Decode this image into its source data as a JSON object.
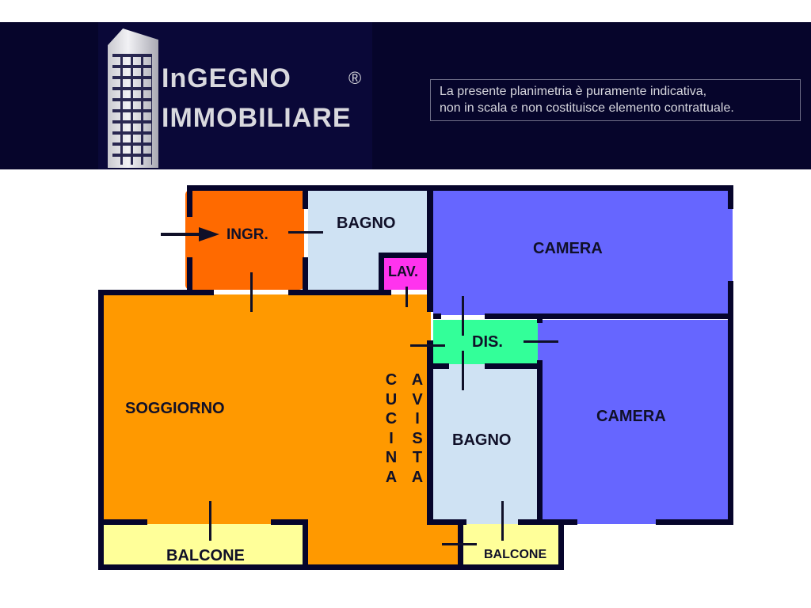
{
  "header": {
    "logo": {
      "line1": "InGEGNO",
      "line2": "IMMOBILIARE",
      "registered": "®",
      "icon": "building-tower-icon"
    },
    "disclaimer": {
      "line1": "La presente planimetria è puramente indicativa,",
      "line2": "non in scala e non costituisce elemento contrattuale."
    }
  },
  "floorplan": {
    "colors": {
      "wall": "#06052b",
      "ingresso": "#ff6a00",
      "soggiorno": "#ff9900",
      "bagno": "#cfe2f3",
      "lavanderia": "#ff33ee",
      "camera": "#6666ff",
      "disimpegno": "#33ff99",
      "balcone": "#ffff99"
    },
    "rooms": {
      "ingresso": "INGR.",
      "bagno1": "BAGNO",
      "lavanderia": "LAV.",
      "camera1": "CAMERA",
      "disimpegno": "DIS.",
      "soggiorno": "SOGGIORNO",
      "cucina": [
        "C",
        "U",
        "C",
        "I",
        "N",
        "A"
      ],
      "a_vista": [
        "A",
        " ",
        "V",
        "I",
        "S",
        "T",
        "A"
      ],
      "bagno2": "BAGNO",
      "camera2": "CAMERA",
      "balcone1": "BALCONE",
      "balcone2": "BALCONE"
    },
    "entrance_arrow": "arrow-right-icon"
  }
}
